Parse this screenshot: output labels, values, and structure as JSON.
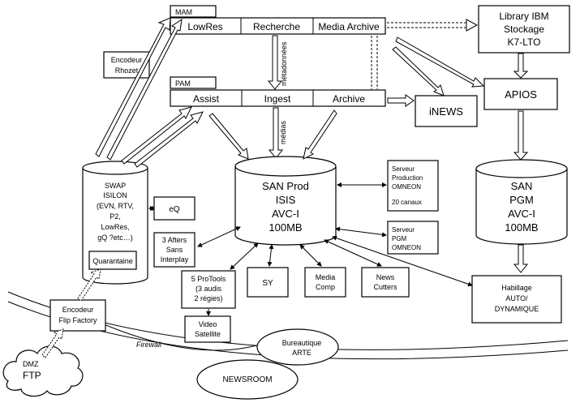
{
  "mam": {
    "label": "MAM",
    "cells": [
      "LowRes",
      "Recherche",
      "Media Archive"
    ]
  },
  "pam": {
    "label": "PAM",
    "cells": [
      "Assist",
      "Ingest",
      "Archive"
    ]
  },
  "library": [
    "Library IBM",
    "Stockage",
    "K7-LTO"
  ],
  "apios": "APIOS",
  "inews": "iNEWS",
  "encodeur_rhozet": [
    "Encodeur",
    "Rhozet"
  ],
  "metadonnees": "métadonnées",
  "medias": "médias",
  "swap": {
    "lines": [
      "SWAP",
      "ISILON",
      "(EVN, RTV,",
      "P2,",
      "LowRes,",
      "gQ ?etc…)"
    ],
    "quarantaine": "Quarantaine"
  },
  "san_prod": [
    "SAN Prod",
    "ISIS",
    "AVC-I",
    "100MB"
  ],
  "san_pgm": [
    "SAN",
    "PGM",
    "AVC-I",
    "100MB"
  ],
  "eq": "eQ",
  "afters": [
    "3 Afters",
    "Sans",
    "Interplay"
  ],
  "serveur_production": [
    "Serveur",
    "Production",
    "OMNEON",
    "20 canaux"
  ],
  "serveur_pgm": [
    "Serveur",
    "PGM",
    "OMNEON"
  ],
  "protools": [
    "5 ProTools",
    "(3 audis",
    "2 régies)"
  ],
  "sy": "SY",
  "media_comp": [
    "Media",
    "Comp"
  ],
  "news_cutters": [
    "News",
    "Cutters"
  ],
  "habillage": [
    "Habillage",
    "AUTO/",
    "DYNAMIQUE"
  ],
  "video_satellite": [
    "Video",
    "Satellite"
  ],
  "encodeur_flip": [
    "Encodeur",
    "Flip Factory"
  ],
  "firewall": "Firewall",
  "bureautique": [
    "Bureautique",
    "ARTE"
  ],
  "newsroom": "NEWSROOM",
  "dmz": [
    "DMZ",
    "FTP"
  ]
}
